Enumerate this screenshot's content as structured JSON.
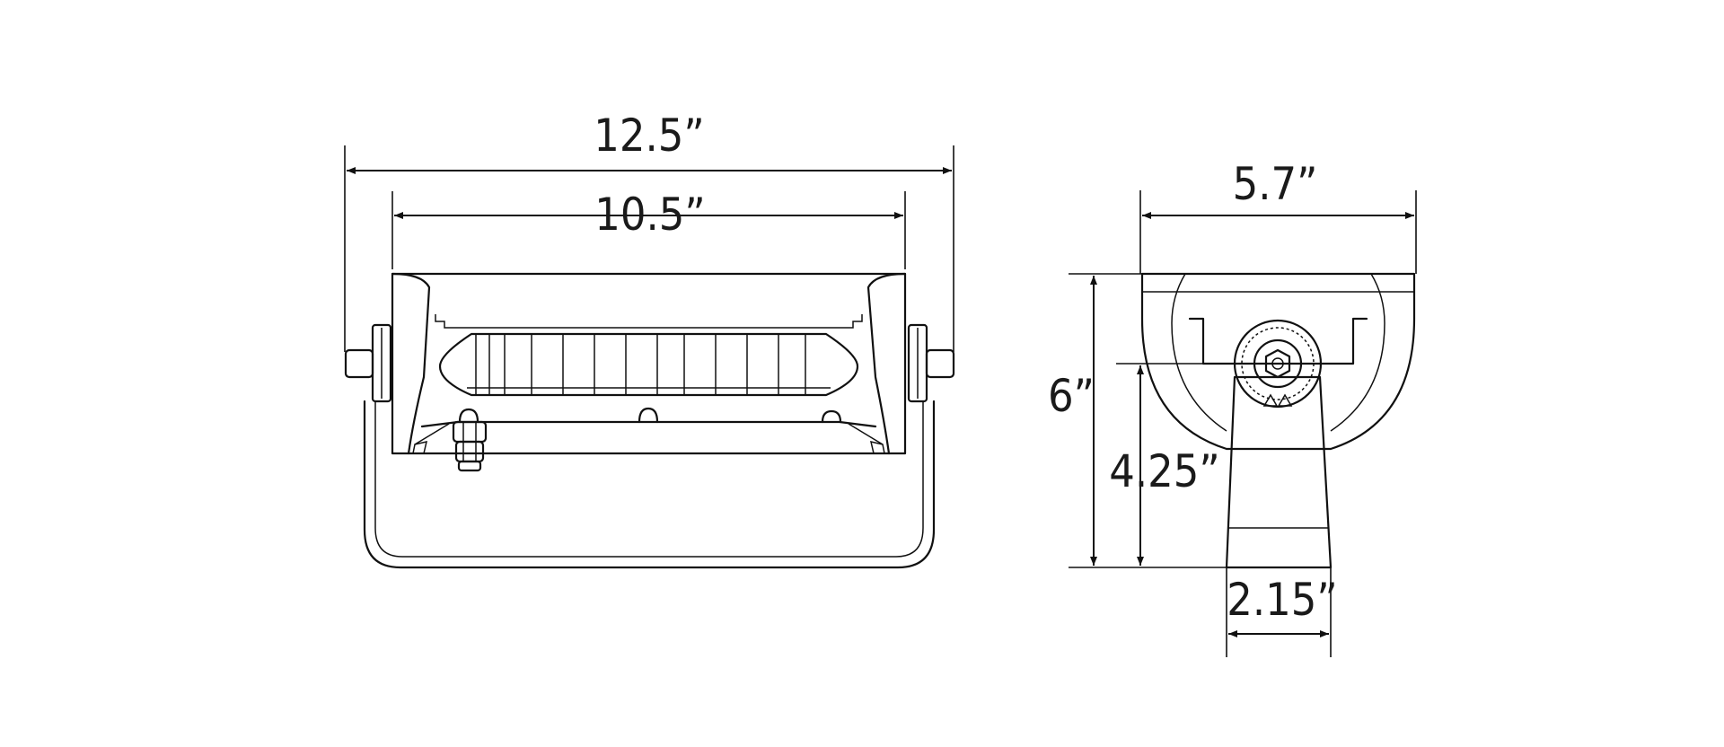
{
  "dimensions": {
    "front_overall_width": "12.5”",
    "front_inner_width": "10.5”",
    "side_width": "5.7”",
    "side_height": "6”",
    "side_pivot_height": "4.25”",
    "side_base_width": "2.15”"
  },
  "colors": {
    "line": "#111111",
    "background": "#ffffff"
  }
}
